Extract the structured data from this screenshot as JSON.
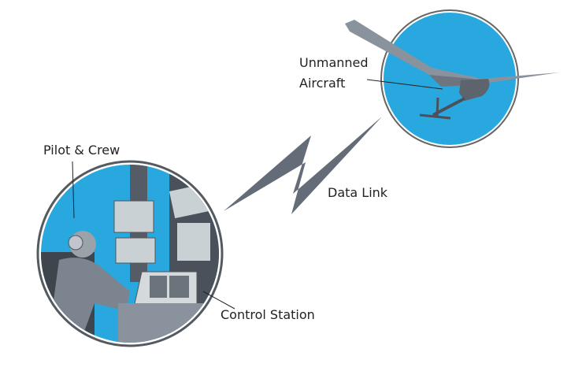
{
  "labels": {
    "aircraft_line1": "Unmanned",
    "aircraft_line2": "Aircraft",
    "pilot": "Pilot & Crew",
    "data_link": "Data Link",
    "control_station": "Control Station"
  },
  "colors": {
    "sky": "#29a7df",
    "aircraft": "#7b848f",
    "bolt": "#646c78",
    "station_dark": "#4a515b",
    "screen": "#c9d1d4",
    "outline": "#555a60"
  }
}
